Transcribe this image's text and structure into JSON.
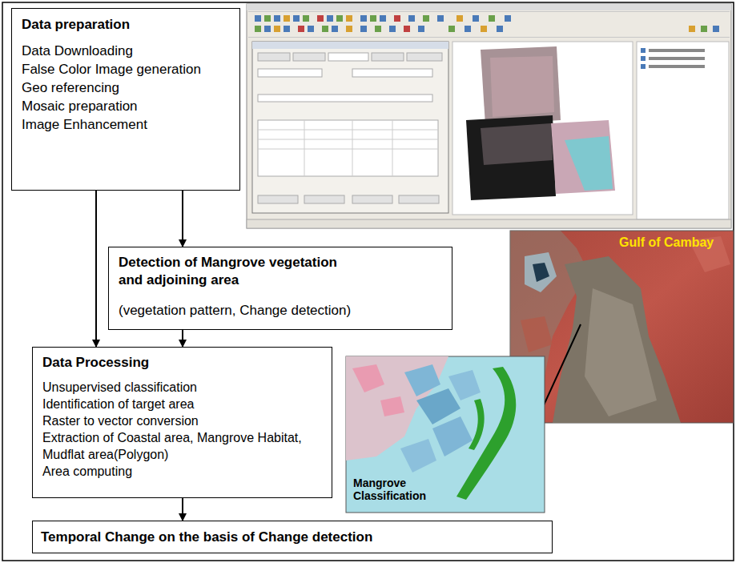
{
  "diagram": {
    "nodes": [
      {
        "text": [
          "Data preparation",
          "Data Downloading",
          "False Color Image generation",
          "Geo referencing",
          "Mosaic preparation",
          "Image Enhancement"
        ]
      },
      {
        "text": [
          "Detection of Mangrove vegetation and adjoining area",
          "(vegetation pattern, Change detection)"
        ]
      },
      {
        "text": [
          "Data Processing",
          "Unsupervised classification",
          "Identification of target area",
          "Raster to vector conversion",
          "Extraction of Coastal area, Mangrove Habitat, Mudflat area(Polygon)",
          "Area computing"
        ]
      },
      {
        "text": [
          "Temporal Change on the basis of Change detection"
        ]
      }
    ],
    "edges": [
      {
        "from": 0,
        "to": 2,
        "arrow": "to"
      },
      {
        "from": 0,
        "to": 1,
        "arrow": "to"
      },
      {
        "from": 1,
        "to": 2,
        "arrow": "to"
      },
      {
        "from": 2,
        "to": 3,
        "arrow": "to"
      }
    ],
    "labels": [
      "Gulf of Cambay",
      "Mangrove Classification"
    ]
  }
}
